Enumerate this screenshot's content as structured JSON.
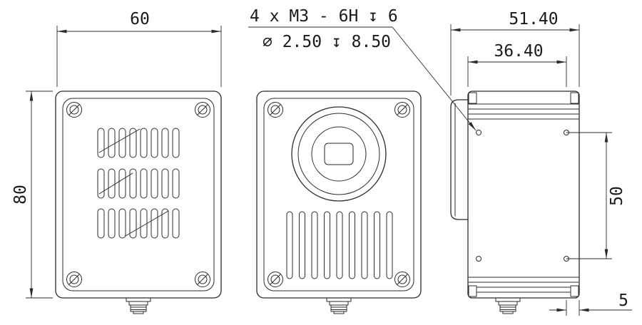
{
  "drawing": {
    "notes": {
      "thread_note": "4 x  M3 - 6H ↧ 6",
      "hole_note": "⌀ 2.50 ↧ 8.50"
    },
    "dimensions": {
      "back_width": "60",
      "back_height": "80",
      "side_total_depth": "51.40",
      "side_body_depth": "36.40",
      "side_hole_spacing": "50",
      "side_rear_offset": "5"
    },
    "colors": {
      "line": "#2b2b2b",
      "text": "#1b1b1b",
      "background": "#ffffff"
    }
  }
}
